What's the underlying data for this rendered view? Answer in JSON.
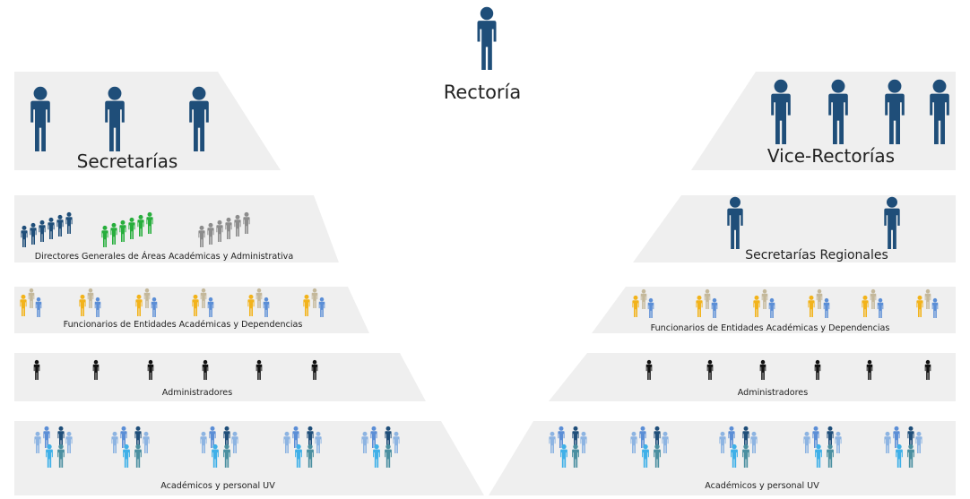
{
  "top": {
    "label": "Rectoría"
  },
  "left": {
    "tiers": [
      {
        "label": "Secretarías",
        "figures": "3 large navy"
      },
      {
        "label": "Directores Generales de Áreas Académicas y Administrativa",
        "figures": "groups navy / green / gray"
      },
      {
        "label": "Funcionarios de Entidades Académicas y Dependencias",
        "figures": "groups gold / tan / blue"
      },
      {
        "label": "Administradores",
        "figures": "6 black"
      },
      {
        "label": "Académicos y personal UV",
        "figures": "5 blue crowds"
      }
    ]
  },
  "right": {
    "tiers": [
      {
        "label": "Vice-Rectorías",
        "figures": "4 large navy"
      },
      {
        "label": "Secretarías Regionales",
        "figures": "2 navy"
      },
      {
        "label": "Funcionarios de Entidades Académicas y Dependencias",
        "figures": "groups gold / tan / blue"
      },
      {
        "label": "Administradores",
        "figures": "6 black"
      },
      {
        "label": "Académicos y personal UV",
        "figures": "5 blue crowds"
      }
    ]
  },
  "colors": {
    "band": "#efefef",
    "navy": "#1f4e79",
    "green": "#27ae3c",
    "gray": "#8c8c8c",
    "gold": "#f2b31b",
    "tan": "#c4b89a",
    "blue": "#5b8ed6",
    "black": "#111111",
    "light_blue": "#8db4e2",
    "cyan": "#3fb0e8",
    "teal": "#4a8fa0"
  }
}
